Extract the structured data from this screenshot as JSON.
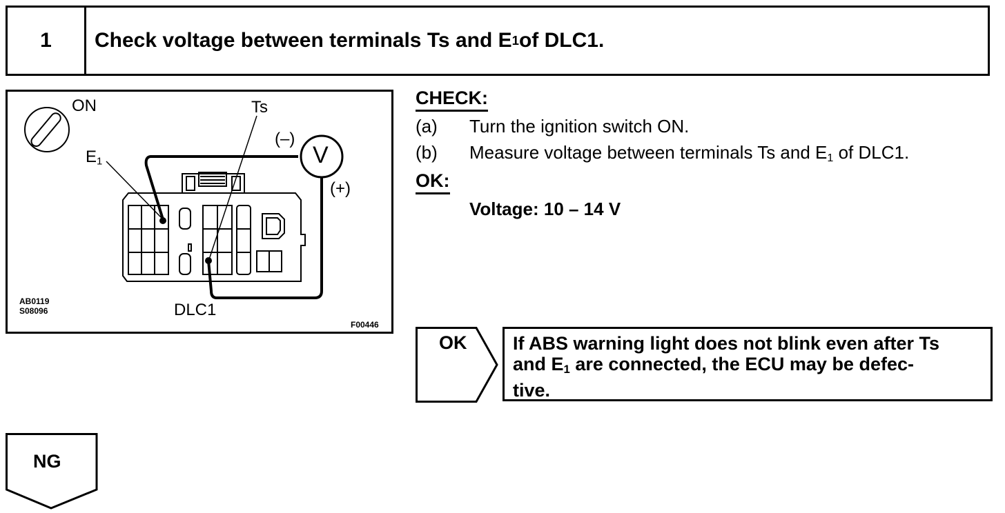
{
  "step": {
    "number": "1",
    "title_pre": "Check voltage between terminals Ts and E",
    "title_sub": "1",
    "title_post": " of DLC1."
  },
  "figure": {
    "label_on": "ON",
    "label_ts": "Ts",
    "label_minus": "(–)",
    "label_plus": "(+)",
    "label_volt": "V",
    "label_e": "E",
    "label_e_sub": "1",
    "label_dlc": "DLC1",
    "code1": "AB0119",
    "code2": "S08096",
    "fig_id": "F00446"
  },
  "check": {
    "heading": "CHECK:",
    "items": [
      {
        "idx": "(a)",
        "text": "Turn the ignition switch ON."
      },
      {
        "idx": "(b)",
        "text_pre": "Measure voltage between terminals Ts and E",
        "text_sub": "1",
        "text_post": " of DLC1."
      }
    ],
    "ok_heading": "OK:",
    "spec": "Voltage: 10 – 14 V"
  },
  "ok_branch": {
    "label": "OK",
    "line1": "If ABS warning light does not blink even after Ts",
    "line2_pre": "and E",
    "line2_sub": "1",
    "line2_post": " are connected, the ECU may be defec-",
    "line3": "tive."
  },
  "ng_branch": {
    "label": "NG"
  }
}
